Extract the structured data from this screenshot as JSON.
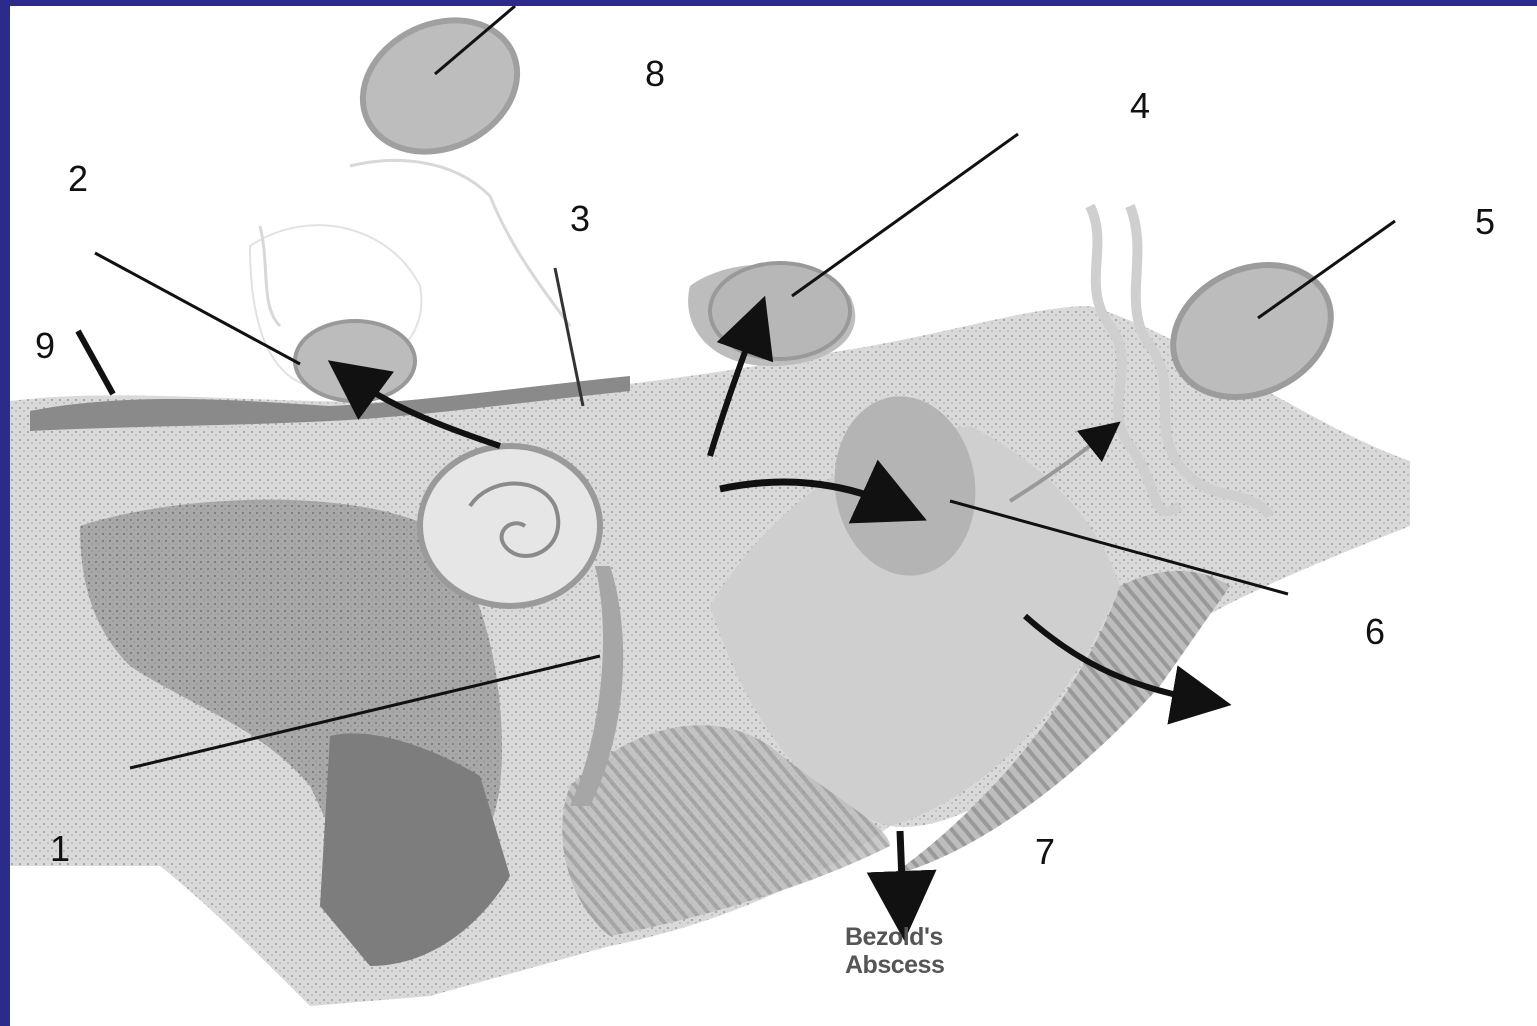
{
  "labels": {
    "n1": "1",
    "n2": "2",
    "n3": "3",
    "n4": "4",
    "n5": "5",
    "n6": "6",
    "n7": "7",
    "n8": "8",
    "n9": "9"
  },
  "caption": {
    "line1": "Bezold's",
    "line2": "Abscess"
  },
  "colors": {
    "frame": "#2b2b8c",
    "background": "#ffffff",
    "tissue_light": "#dcdcdc",
    "tissue_mid": "#b9b9b9",
    "tissue_dark": "#8a8a8a",
    "line": "#111111"
  }
}
